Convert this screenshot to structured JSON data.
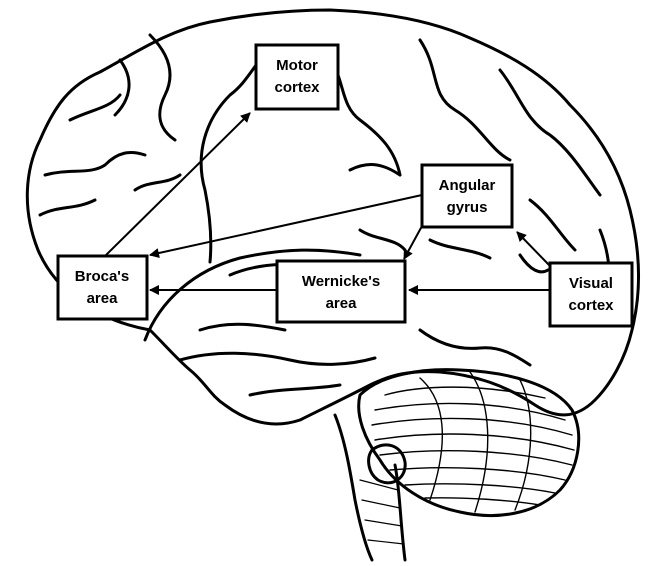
{
  "diagram": {
    "type": "brain-language-pathways",
    "regions": {
      "motor": {
        "line1": "Motor",
        "line2": "cortex"
      },
      "broca": {
        "line1": "Broca's",
        "line2": "area"
      },
      "angular": {
        "line1": "Angular",
        "line2": "gyrus"
      },
      "wernicke": {
        "line1": "Wernicke's",
        "line2": "area"
      },
      "visual": {
        "line1": "Visual",
        "line2": "cortex"
      }
    },
    "connections": [
      {
        "from": "broca",
        "to": "motor"
      },
      {
        "from": "angular",
        "to": "broca"
      },
      {
        "from": "angular",
        "to": "wernicke"
      },
      {
        "from": "wernicke",
        "to": "broca"
      },
      {
        "from": "visual",
        "to": "wernicke"
      },
      {
        "from": "visual",
        "to": "angular"
      }
    ],
    "colors": {
      "ink": "#000000",
      "paper": "#ffffff"
    }
  }
}
